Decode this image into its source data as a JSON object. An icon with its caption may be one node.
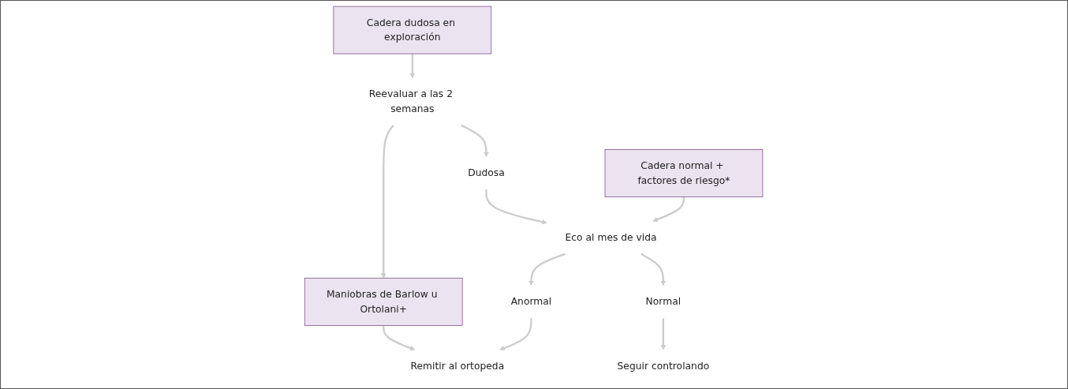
{
  "diagram": {
    "nodes": [
      {
        "text": [
          "Maniobras de Barlow u Ortolani+"
        ]
      },
      {
        "text": [
          "Cadera dudosa en exploración"
        ]
      },
      {
        "text": [
          "Cadera normal + factores de riesgo*"
        ]
      },
      {
        "text": [
          "Reevaluar a las 2 semanas"
        ]
      },
      {
        "text": [
          "Eco al mes de vida"
        ]
      },
      {
        "text": [
          "Dudosa"
        ]
      },
      {
        "text": [
          "Anormal"
        ]
      },
      {
        "text": [
          "Normal"
        ]
      },
      {
        "text": [
          "Remitir al ortopeda"
        ]
      },
      {
        "text": [
          "Seguir controlando"
        ]
      }
    ],
    "edges": [
      {
        "from": 0,
        "to": 8,
        "arrow": "to"
      },
      {
        "from": 1,
        "to": 3,
        "arrow": "to"
      },
      {
        "from": 3,
        "to": 0,
        "arrow": "to"
      },
      {
        "from": 3,
        "to": 5,
        "arrow": "to"
      },
      {
        "from": 5,
        "to": 4,
        "arrow": "to"
      },
      {
        "from": 2,
        "to": 4,
        "arrow": "to"
      },
      {
        "from": 4,
        "to": 6,
        "arrow": "to"
      },
      {
        "from": 4,
        "to": 7,
        "arrow": "to"
      },
      {
        "from": 6,
        "to": 8,
        "arrow": "to"
      },
      {
        "from": 7,
        "to": 9,
        "arrow": "to"
      }
    ]
  }
}
